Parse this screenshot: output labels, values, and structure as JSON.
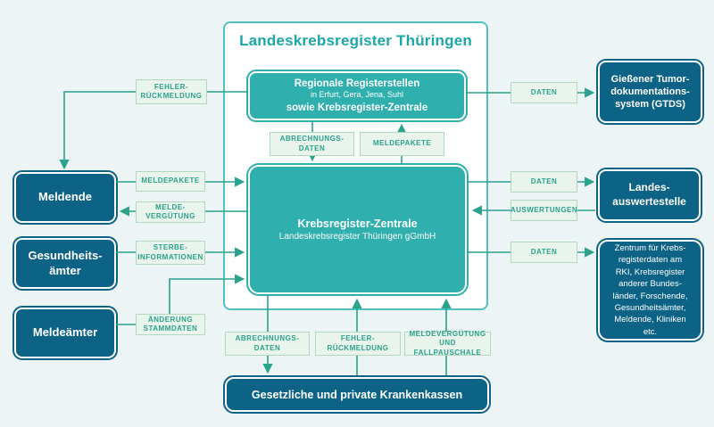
{
  "title": "Landeskrebsregister Thüringen",
  "colors": {
    "background": "#ecf4f6",
    "container_border": "#53c2bf",
    "teal_node": "#2fafad",
    "dark_blue_node": "#0d6385",
    "flow_label_bg": "#e9f5ec",
    "flow_label_border": "#b2d9c0",
    "flow_label_text": "#2aa28c",
    "connector_line": "#2aa28c",
    "title_text": "#1ca7a7"
  },
  "center": {
    "regional": {
      "heading": "Regionale Registerstellen",
      "subheading": "in Erfurt, Gera, Jena, Suhl",
      "heading2": "sowie Krebsregister-Zentrale"
    },
    "zentrale": {
      "heading": "Krebsregister-Zentrale",
      "subheading": "Landeskrebsregister Thüringen gGmbH"
    }
  },
  "left": {
    "meldende": "Meldende",
    "gesundheitsaemter": {
      "lines": [
        "Gesundheits-",
        "ämter"
      ]
    },
    "meldeaemter": "Meldeämter"
  },
  "right": {
    "gtds": {
      "lines": [
        "Gießener Tumor-",
        "dokumentations-",
        "system (GTDS)"
      ]
    },
    "landesauswertestelle": {
      "lines": [
        "Landes-",
        "auswertestelle"
      ]
    },
    "zentrum": {
      "lines": [
        "Zentrum für Krebs-",
        "registerdaten am",
        "RKI, Krebsregister",
        "anderer Bundes-",
        "länder, Forschende,",
        "Gesundheitsämter,",
        "Meldende, Kliniken",
        "etc."
      ]
    }
  },
  "bottom": {
    "krankenkassen": "Gesetzliche und private Krankenkassen"
  },
  "flow_labels": {
    "fehler_top": {
      "lines": [
        "FEHLER-",
        "RÜCKMELDUNG"
      ]
    },
    "meldepakete_left": {
      "lines": [
        "MELDEPAKETE"
      ]
    },
    "melde_verguetung": {
      "lines": [
        "MELDE-",
        "VERGÜTUNG"
      ]
    },
    "sterbe_informationen": {
      "lines": [
        "STERBE-",
        "INFORMATIONEN"
      ]
    },
    "aenderung_stammdaten": {
      "lines": [
        "ÄNDERUNG",
        "STAMMDATEN"
      ]
    },
    "abrechnungsdaten_top": {
      "lines": [
        "ABRECHNUNGS-",
        "DATEN"
      ]
    },
    "meldepakete_top": {
      "lines": [
        "MELDEPAKETE"
      ]
    },
    "daten_gtds": {
      "lines": [
        "DATEN"
      ]
    },
    "daten_landes": {
      "lines": [
        "DATEN"
      ]
    },
    "auswertungen": {
      "lines": [
        "AUSWERTUNGEN"
      ]
    },
    "daten_zentrum": {
      "lines": [
        "DATEN"
      ]
    },
    "abrechnungsdaten_bottom": {
      "lines": [
        "ABRECHNUNGS-",
        "DATEN"
      ]
    },
    "fehler_bottom": {
      "lines": [
        "FEHLER-",
        "RÜCKMELDUNG"
      ]
    },
    "meldeverguetung_fallpauschale": {
      "lines": [
        "MELDEVERGÜTUNG",
        "UND FALLPAUSCHALE"
      ]
    }
  }
}
